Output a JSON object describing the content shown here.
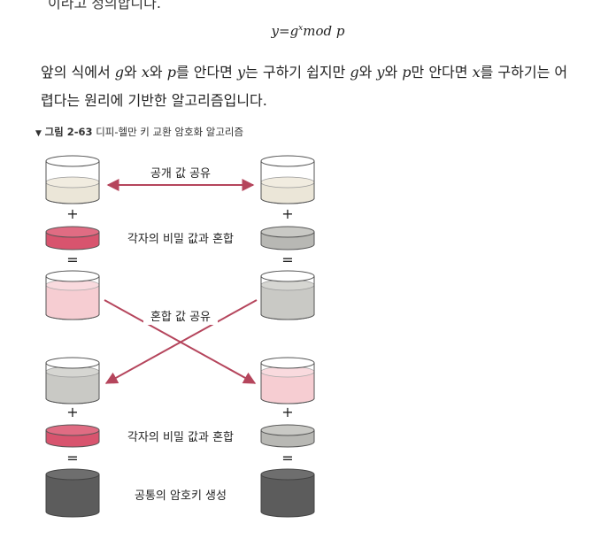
{
  "intro": {
    "clipped_text": "이라고 정의합니다."
  },
  "formula": {
    "lhs": "y",
    "base": "g",
    "exp": "x",
    "rest": "mod p"
  },
  "paragraph": {
    "p1": "앞의 식에서 ",
    "g": "g",
    "p2": "와 ",
    "x": "x",
    "p3": "와 ",
    "p": "p",
    "p4": "를 안다면 ",
    "y": "y",
    "p5": "는 구하기 쉽지만 ",
    "g2": "g",
    "p6": "와 ",
    "y2": "y",
    "p7": "와 ",
    "p_2": "p",
    "p8": "만 안다면 ",
    "x2": "x",
    "p9": "를 구하기는 어",
    "p10": "렵다는 원리에 기반한 알고리즘입니다."
  },
  "caption": {
    "marker": "▼",
    "figure": "그림 2-63",
    "title": "디피-헬만 키 교환 암호화 알고리즘"
  },
  "diagram": {
    "share_public": "공개 값 공유",
    "mix_secret_1": "각자의 비밀 값과 혼합",
    "share_mixed": "혼합 값 공유",
    "mix_secret_2": "각자의 비밀 값과 혼합",
    "common_key": "공통의 암호키 생성",
    "plus": "+",
    "equals": "="
  },
  "colors": {
    "arrow": "#b5455c",
    "public_fill": "#ebe6d8",
    "secret_red": "#d8546e",
    "secret_gray": "#b8b8b4",
    "pink_mix": "#f6cdd2",
    "gray_mix": "#c9c9c5",
    "final_gray": "#5c5c5c"
  }
}
